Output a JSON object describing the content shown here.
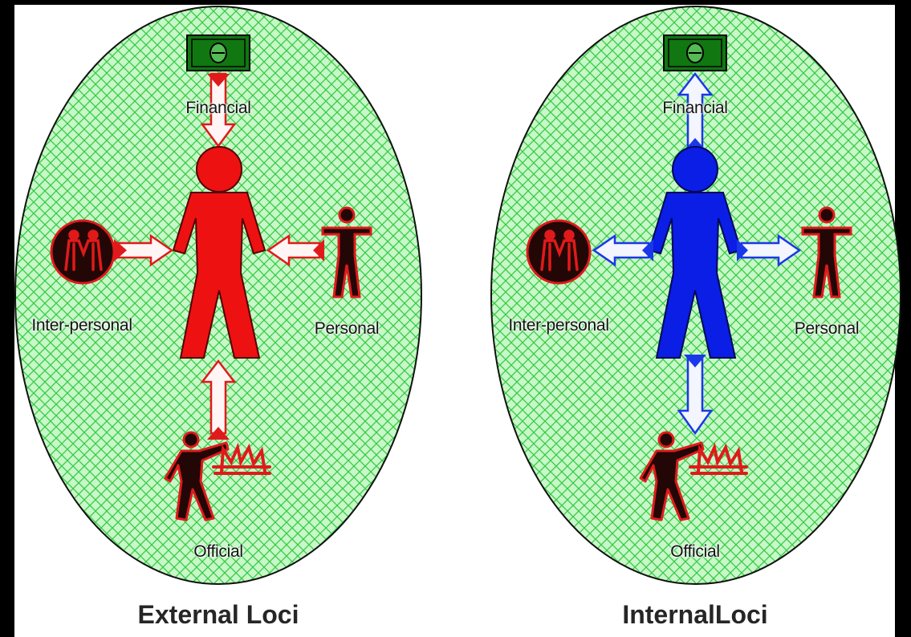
{
  "panels": [
    {
      "caption": "External Loci",
      "figure_color": "#ee1111",
      "arrow_color": "#e01a1a",
      "labels": {
        "financial": "Financial",
        "interpersonal": "Inter-personal",
        "personal": "Personal",
        "official": "Official"
      },
      "arrow_direction": "inward"
    },
    {
      "caption": "InternalLoci",
      "figure_color": "#0a1ee6",
      "arrow_color": "#1a37ea",
      "labels": {
        "financial": "Financial",
        "interpersonal": "Inter-personal",
        "personal": "Personal",
        "official": "Official"
      },
      "arrow_direction": "outward"
    }
  ],
  "colors": {
    "ellipse_fill": "#c8f7c8",
    "hatch": "#33cc44",
    "money": "#117711",
    "dark_figure": "#3a0a05"
  },
  "icons": [
    "money-icon",
    "group-people-icon",
    "person-icon",
    "pointing-person-icon",
    "factory-icon",
    "arrow-icon"
  ]
}
